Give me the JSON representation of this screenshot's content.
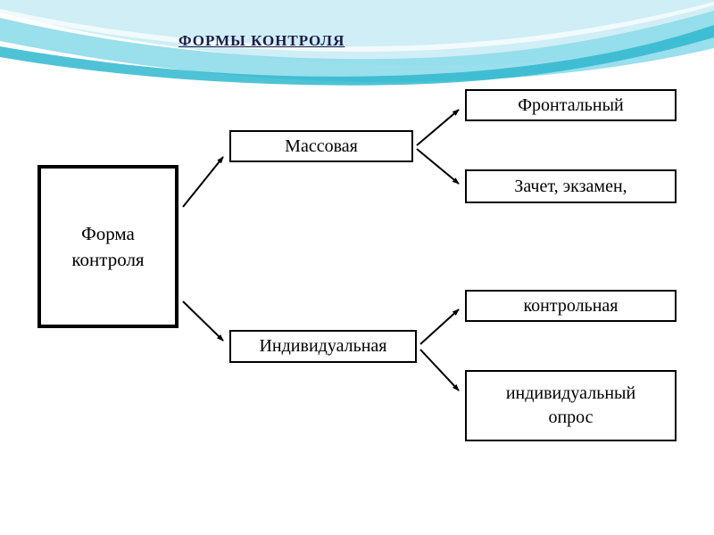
{
  "slide": {
    "title": "ФОРМЫ КОНТРОЛЯ"
  },
  "diagram": {
    "root": {
      "label": "Форма контроля"
    },
    "level1": [
      {
        "label": "Массовая"
      },
      {
        "label": "Индивидуальная"
      }
    ],
    "level2": [
      {
        "label": "Фронтальный"
      },
      {
        "label": "Зачет, экзамен,"
      },
      {
        "label": "контрольная"
      },
      {
        "label": "индивидуальный опрос"
      }
    ],
    "colors": {
      "box_border": "#000000",
      "title_color": "#1b1b47",
      "wave_light": "#cfeef6",
      "wave_medium": "#8edbea",
      "wave_accent": "#2fb9cf"
    }
  }
}
